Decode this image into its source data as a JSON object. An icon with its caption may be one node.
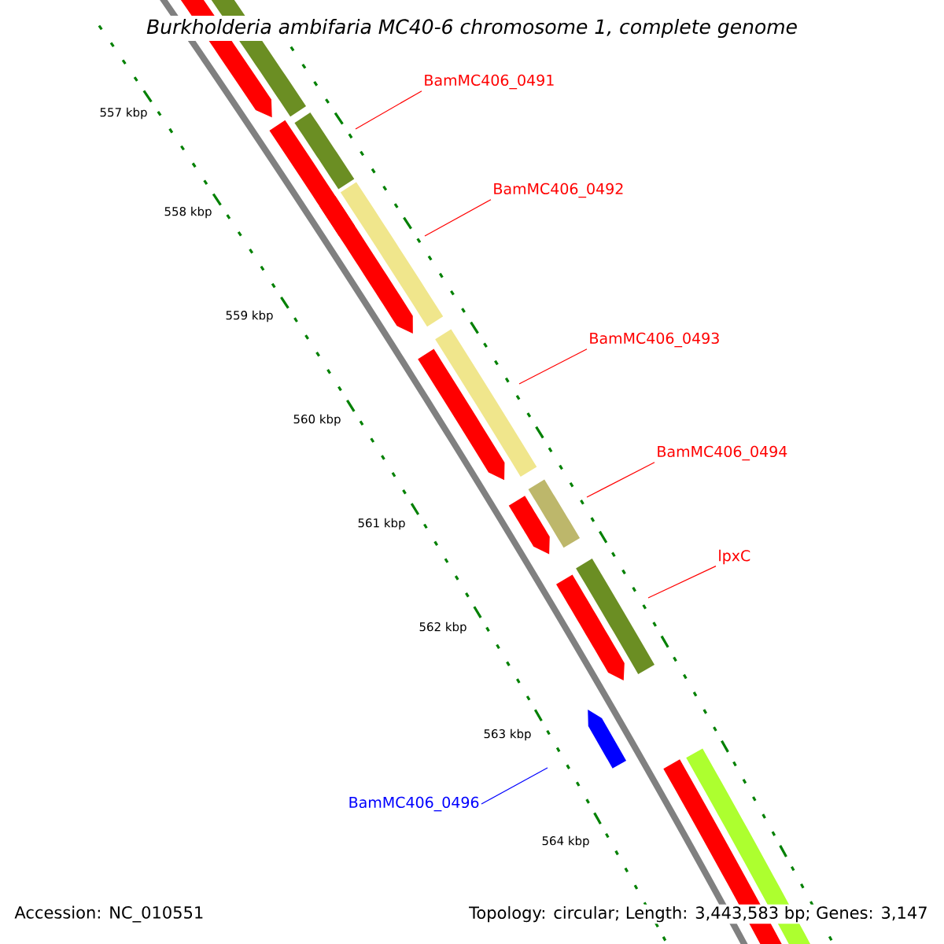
{
  "diagram": {
    "title": "Burkholderia ambifaria MC40-6 chromosome 1, complete genome",
    "nodes": [
      {
        "text": [
          "BamMC406_0491"
        ]
      },
      {
        "text": [
          "BamMC406_0492"
        ]
      },
      {
        "text": [
          "BamMC406_0493"
        ]
      },
      {
        "text": [
          "BamMC406_0494"
        ]
      },
      {
        "text": [
          "lpxC"
        ]
      },
      {
        "text": [
          "BamMC406_0496"
        ]
      }
    ],
    "edges": [
      {
        "from": 0,
        "to": null,
        "arrow": "none"
      },
      {
        "from": 1,
        "to": null,
        "arrow": "none"
      },
      {
        "from": 2,
        "to": null,
        "arrow": "none"
      },
      {
        "from": 3,
        "to": null,
        "arrow": "none"
      },
      {
        "from": 4,
        "to": null,
        "arrow": "none"
      },
      {
        "from": 5,
        "to": null,
        "arrow": "none",
        "color": "#0000ff"
      }
    ],
    "labels": [
      "557 kbp",
      "558 kbp",
      "559 kbp",
      "560 kbp",
      "561 kbp",
      "562 kbp",
      "563 kbp",
      "564 kbp",
      "Accession: NC_010551",
      "Topology: circular; Length: 3,443,583 bp; Genes: 3,147"
    ]
  }
}
